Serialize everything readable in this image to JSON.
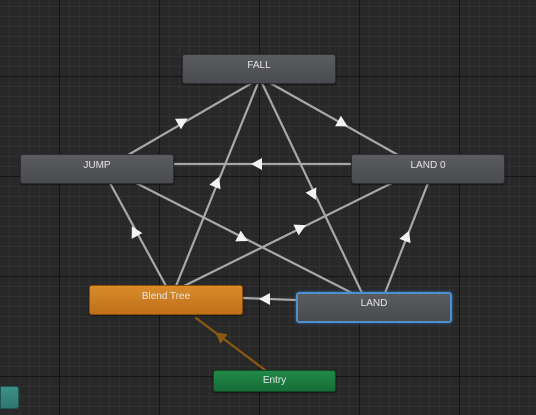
{
  "graph": {
    "states": {
      "fall": {
        "label": "FALL"
      },
      "jump": {
        "label": "JUMP"
      },
      "land0": {
        "label": "LAND 0"
      },
      "land": {
        "label": "LAND"
      },
      "blend_tree": {
        "label": "Blend Tree"
      },
      "entry": {
        "label": "Entry"
      }
    },
    "colors": {
      "background": "#282828",
      "state_default": "#505155",
      "default_state": "#c97a20",
      "entry": "#1b7a3f",
      "selected_outline": "#4f8fcc",
      "transition": "#a8a8a8",
      "entry_transition": "#8a5a12"
    }
  }
}
